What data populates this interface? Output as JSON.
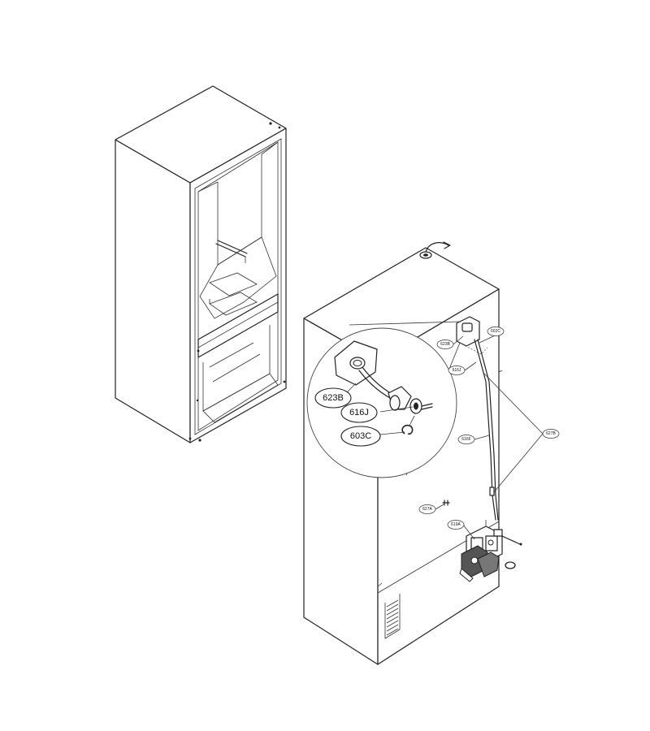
{
  "callouts_detail": [
    {
      "id": "c623B",
      "text": "623B"
    },
    {
      "id": "c616J",
      "text": "616J"
    },
    {
      "id": "c603C",
      "text": "603C"
    }
  ],
  "callouts_main": [
    {
      "id": "m623B",
      "text": "623B"
    },
    {
      "id": "m602C",
      "text": "602C"
    },
    {
      "id": "m616J",
      "text": "616J"
    },
    {
      "id": "m616F",
      "text": "616F"
    },
    {
      "id": "m627B",
      "text": "627B"
    },
    {
      "id": "m627A",
      "text": "627A"
    },
    {
      "id": "m619A",
      "text": "619A"
    }
  ]
}
